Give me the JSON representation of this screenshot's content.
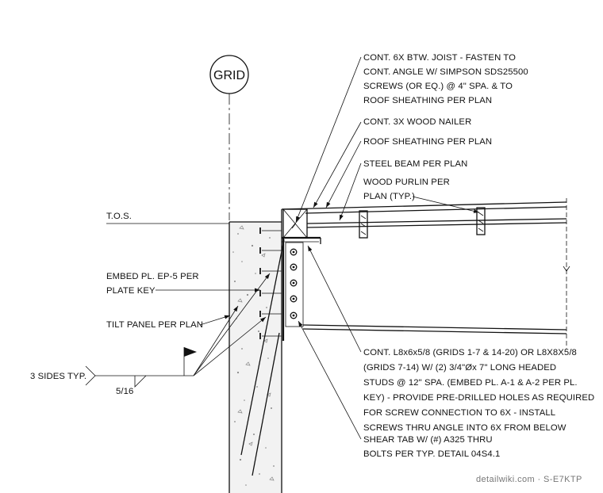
{
  "grid_bubble": {
    "label": "GRID"
  },
  "labels": {
    "tos": "T.O.S.",
    "embed": [
      "EMBED PL. EP-5 PER",
      "PLATE KEY"
    ],
    "tilt": "TILT PANEL PER PLAN",
    "weld_sides": "3 SIDES TYP.",
    "weld_size": "5/16",
    "joist": [
      "CONT. 6X BTW. JOIST - FASTEN TO",
      "CONT. ANGLE W/ SIMPSON SDS25500",
      "SCREWS (OR EQ.) @ 4\" SPA. & TO",
      "ROOF SHEATHING PER PLAN"
    ],
    "nailer": "CONT. 3X WOOD NAILER",
    "sheathing": "ROOF SHEATHING PER PLAN",
    "beam": "STEEL BEAM PER PLAN",
    "purlin": [
      "WOOD PURLIN PER",
      "PLAN (TYP.)"
    ],
    "angle": [
      "CONT. L8x6x5/8 (GRIDS 1-7 & 14-20) OR L8X8X5/8",
      "(GRIDS 7-14) W/ (2) 3/4\"Øx 7\" LONG HEADED",
      "STUDS @ 12\" SPA. (EMBED PL. A-1 & A-2 PER PL.",
      "KEY) - PROVIDE PRE-DRILLED HOLES AS REQUIRED",
      "FOR SCREW CONNECTION TO 6X - INSTALL",
      "SCREWS THRU ANGLE INTO 6X FROM BELOW"
    ],
    "shear": [
      "SHEAR TAB W/ (#) A325 THRU",
      "BOLTS PER TYP. DETAIL 04S4.1"
    ]
  },
  "watermark": "detailwiki.com · S-E7KTP"
}
